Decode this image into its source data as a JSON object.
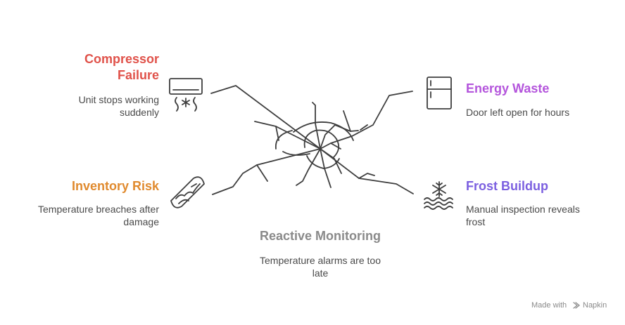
{
  "items": {
    "compressor": {
      "title": "Compressor Failure",
      "desc": "Unit stops working suddenly",
      "color": "#e0524a",
      "icon": "air-conditioner-icon"
    },
    "energy": {
      "title": "Energy Waste",
      "desc": "Door left open for hours",
      "color": "#b455dc",
      "icon": "refrigerator-icon"
    },
    "inventory": {
      "title": "Inventory Risk",
      "desc": "Temperature breaches after damage",
      "color": "#e08a2e",
      "icon": "damaged-package-icon"
    },
    "frost": {
      "title": "Frost Buildup",
      "desc": "Manual inspection reveals frost",
      "color": "#7b5fe0",
      "icon": "snowflake-ice-icon"
    }
  },
  "center": {
    "title": "Reactive Monitoring",
    "desc": "Temperature alarms are too late",
    "color": "#8a8a8a",
    "icon": "shattered-glass-icon"
  },
  "footer": {
    "text": "Made with",
    "brand": "Napkin",
    "icon": "napkin-logo-icon"
  }
}
